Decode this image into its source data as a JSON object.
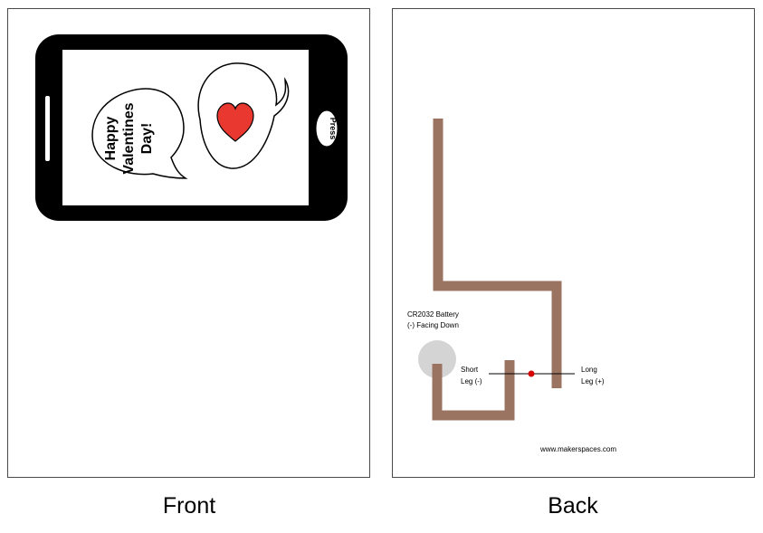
{
  "front": {
    "caption": "Front",
    "bubble_text": [
      "Happy",
      "Valentines",
      "Day!"
    ],
    "button_label": "Press",
    "heart_color": "#e8382f"
  },
  "back": {
    "caption": "Back",
    "battery_label": [
      "CR2032 Battery",
      "(-) Facing Down"
    ],
    "short_leg_label": [
      "Short",
      "Leg (-)"
    ],
    "long_leg_label": [
      "Long",
      "Leg (+)"
    ],
    "website": "www.makerspaces.com",
    "trace_color": "#9b7461",
    "battery_color": "#cfcfcf",
    "led_color": "#d60000"
  }
}
